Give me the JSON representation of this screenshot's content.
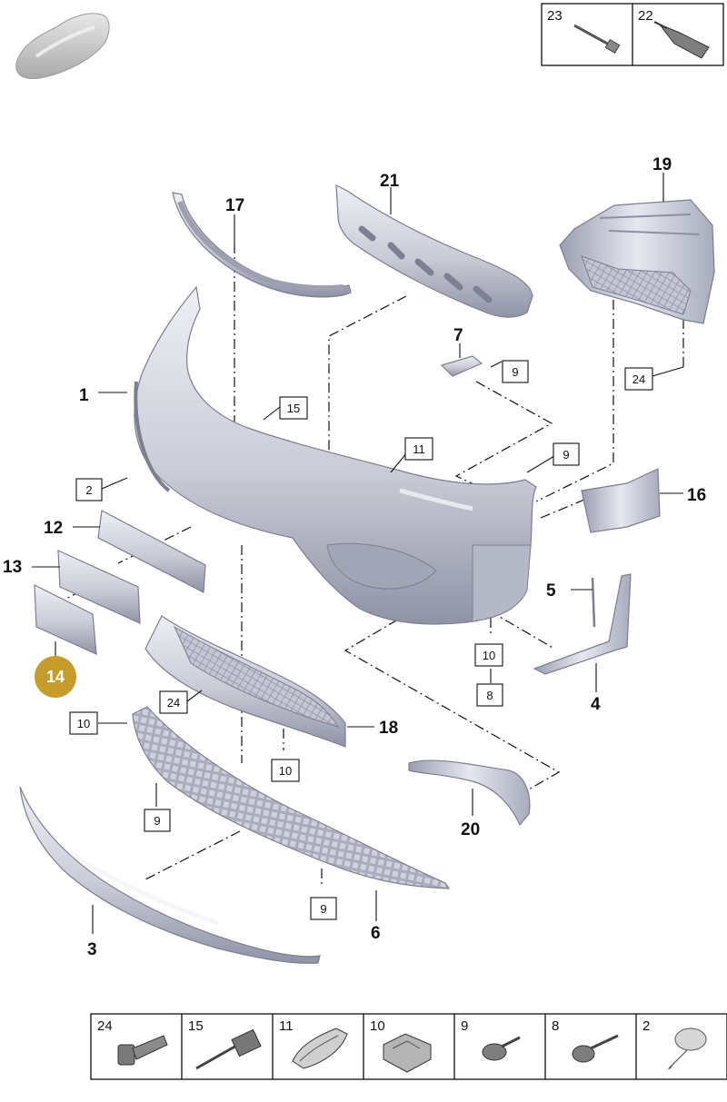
{
  "colors": {
    "part_fill": "#c9cbd6",
    "part_shadow": "#8f93a6",
    "part_highlight": "#eef0f6",
    "badge": "#c69c2d",
    "line": "#111111"
  },
  "callouts": [
    {
      "id": "c1",
      "text": "1"
    },
    {
      "id": "c3",
      "text": "3"
    },
    {
      "id": "c4",
      "text": "4"
    },
    {
      "id": "c5",
      "text": "5"
    },
    {
      "id": "c6",
      "text": "6"
    },
    {
      "id": "c7",
      "text": "7"
    },
    {
      "id": "c12",
      "text": "12"
    },
    {
      "id": "c13",
      "text": "13"
    },
    {
      "id": "c16",
      "text": "16"
    },
    {
      "id": "c17",
      "text": "17"
    },
    {
      "id": "c18",
      "text": "18"
    },
    {
      "id": "c19",
      "text": "19"
    },
    {
      "id": "c20",
      "text": "20"
    },
    {
      "id": "c21",
      "text": "21"
    }
  ],
  "highlighted_callout": {
    "text": "14"
  },
  "boxed_callouts": [
    {
      "id": "b2",
      "text": "2"
    },
    {
      "id": "b9a",
      "text": "9"
    },
    {
      "id": "b9b",
      "text": "9"
    },
    {
      "id": "b9c",
      "text": "9"
    },
    {
      "id": "b9d",
      "text": "9"
    },
    {
      "id": "b10a",
      "text": "10"
    },
    {
      "id": "b10b",
      "text": "10"
    },
    {
      "id": "b10c",
      "text": "10"
    },
    {
      "id": "b8",
      "text": "8"
    },
    {
      "id": "b11",
      "text": "11"
    },
    {
      "id": "b15",
      "text": "15"
    },
    {
      "id": "b24a",
      "text": "24"
    },
    {
      "id": "b24b",
      "text": "24"
    }
  ],
  "top_legend": [
    {
      "number": "23",
      "icon": "pin-icon"
    },
    {
      "number": "22",
      "icon": "sealant-cartridge-icon"
    }
  ],
  "bottom_legend": [
    {
      "number": "24",
      "icon": "hex-bolt-icon"
    },
    {
      "number": "15",
      "icon": "expanding-rivet-icon"
    },
    {
      "number": "11",
      "icon": "spring-clip-icon"
    },
    {
      "number": "10",
      "icon": "sheet-nut-icon"
    },
    {
      "number": "9",
      "icon": "plastic-screw-icon"
    },
    {
      "number": "8",
      "icon": "flange-screw-icon"
    },
    {
      "number": "2",
      "icon": "plug-cap-icon"
    }
  ]
}
